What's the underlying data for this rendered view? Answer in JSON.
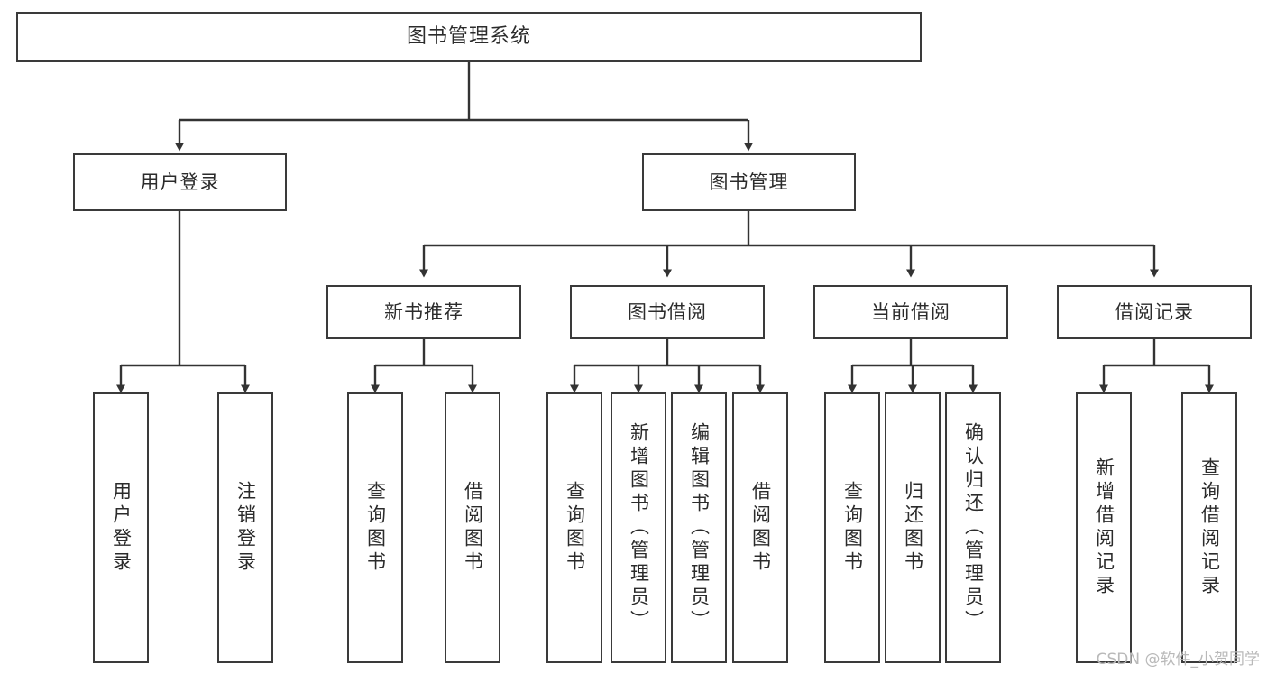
{
  "diagram": {
    "title": "图书管理系统",
    "type": "hierarchy-tree",
    "watermark": "CSDN @软件_小贺同学",
    "colors": {
      "box_border": "#3a3a3a",
      "box_fill": "#ffffff",
      "connector": "#333333",
      "text": "#2b2b2b",
      "watermark": "#b9b9b9"
    },
    "levels": {
      "level0": "系统",
      "level1": "模块",
      "level2": "子模块",
      "level3": "功能"
    },
    "nodes": {
      "root": {
        "label": "图书管理系统"
      },
      "level1": [
        {
          "id": "user-login",
          "label": "用户登录"
        },
        {
          "id": "book-manage",
          "label": "图书管理"
        }
      ],
      "level2": [
        {
          "id": "new-book-rec",
          "label": "新书推荐"
        },
        {
          "id": "book-borrow",
          "label": "图书借阅"
        },
        {
          "id": "current-borrow",
          "label": "当前借阅"
        },
        {
          "id": "borrow-record",
          "label": "借阅记录"
        }
      ],
      "leaves": {
        "user-login": [
          {
            "id": "leaf-user-login",
            "label": "用户登录"
          },
          {
            "id": "leaf-logout-login",
            "label": "注销登录"
          }
        ],
        "new-book-rec": [
          {
            "id": "leaf-query-book-1",
            "label": "查询图书"
          },
          {
            "id": "leaf-borrow-book-1",
            "label": "借阅图书"
          }
        ],
        "book-borrow": [
          {
            "id": "leaf-query-book-2",
            "label": "查询图书"
          },
          {
            "id": "leaf-add-book",
            "label": "新增图书（管理员）"
          },
          {
            "id": "leaf-edit-book",
            "label": "编辑图书（管理员）"
          },
          {
            "id": "leaf-borrow-book-2",
            "label": "借阅图书"
          }
        ],
        "current-borrow": [
          {
            "id": "leaf-query-book-3",
            "label": "查询图书"
          },
          {
            "id": "leaf-return-book",
            "label": "归还图书"
          },
          {
            "id": "leaf-confirm-return",
            "label": "确认归还（管理员）"
          }
        ],
        "borrow-record": [
          {
            "id": "leaf-add-record",
            "label": "新增借阅记录"
          },
          {
            "id": "leaf-query-record",
            "label": "查询借阅记录"
          }
        ]
      }
    }
  }
}
